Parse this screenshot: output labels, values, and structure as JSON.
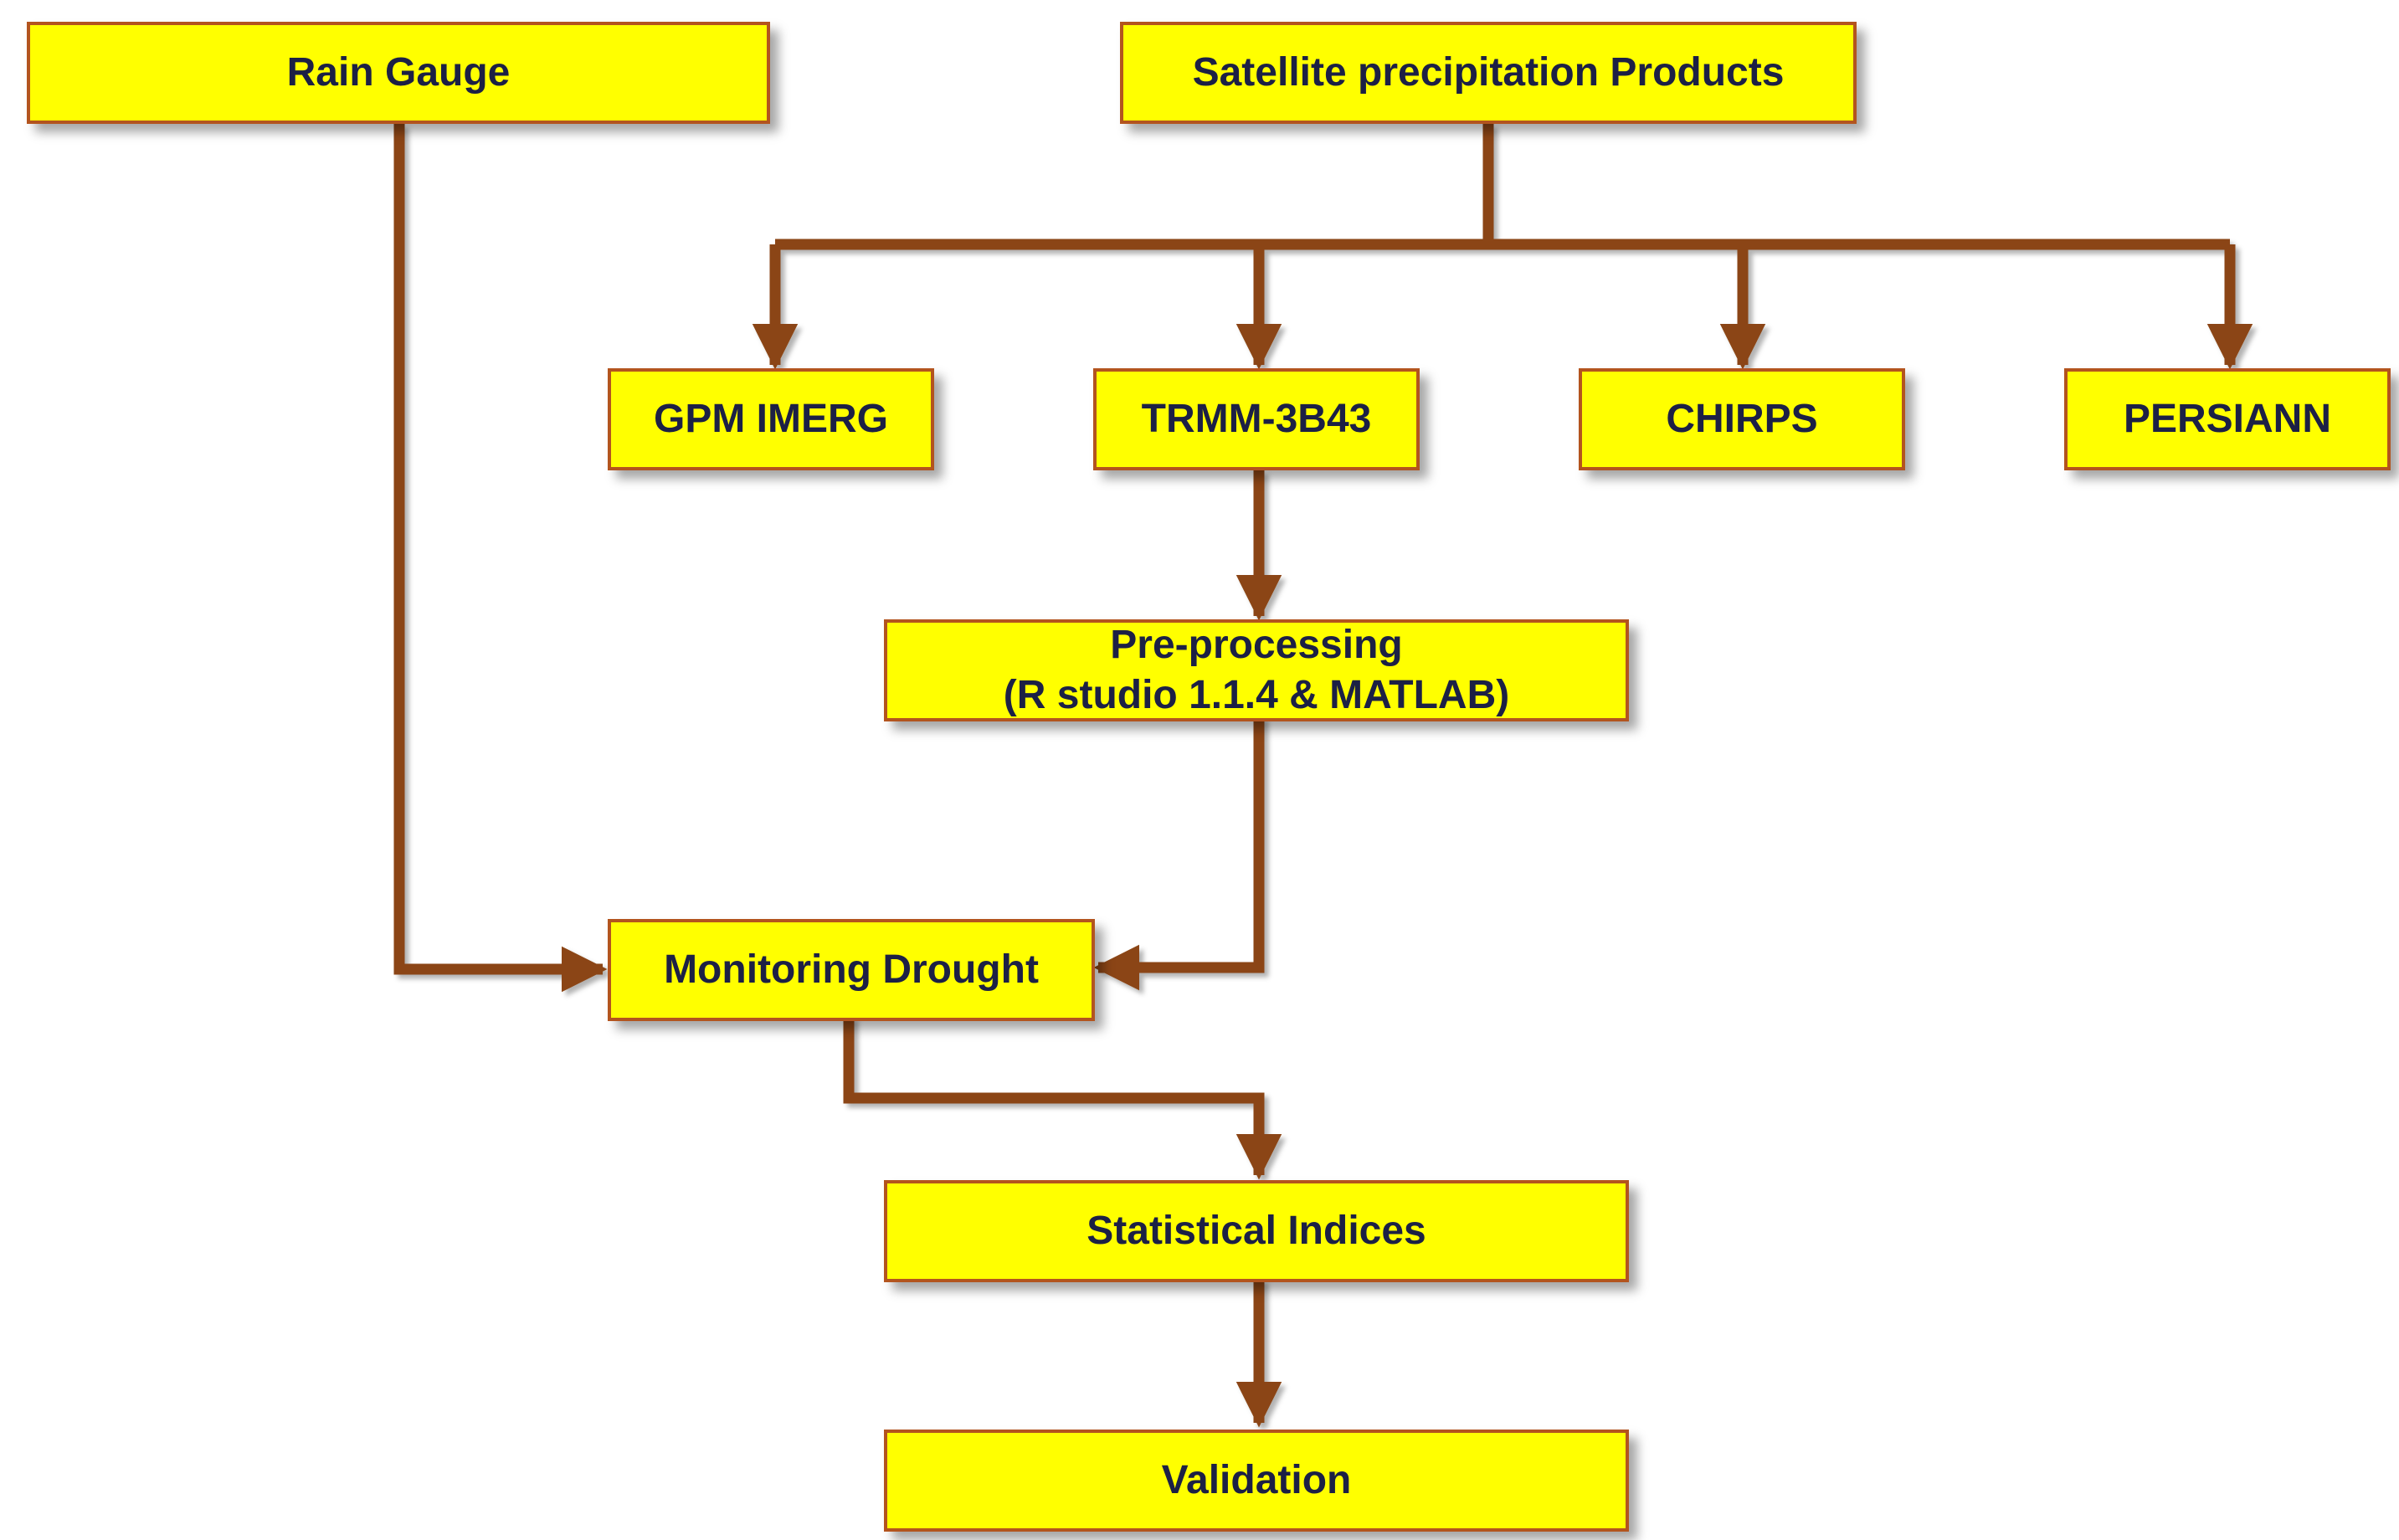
{
  "colors": {
    "box_fill": "#ffff00",
    "box_border": "#b3541e",
    "arrow": "#8b4513",
    "text": "#1c2045"
  },
  "nodes": {
    "rain_gauge": "Rain Gauge",
    "satellite_products": "Satellite precipitation Products",
    "gpm_imerg": "GPM IMERG",
    "trmm": "TRMM-3B43",
    "chirps": "CHIRPS",
    "persiann": "PERSIANN",
    "preprocessing_line1": "Pre-processing",
    "preprocessing_line2": "(R studio 1.1.4 & MATLAB)",
    "monitoring_drought": "Monitoring Drought",
    "statistical_indices": "Statistical Indices",
    "validation": "Validation"
  }
}
